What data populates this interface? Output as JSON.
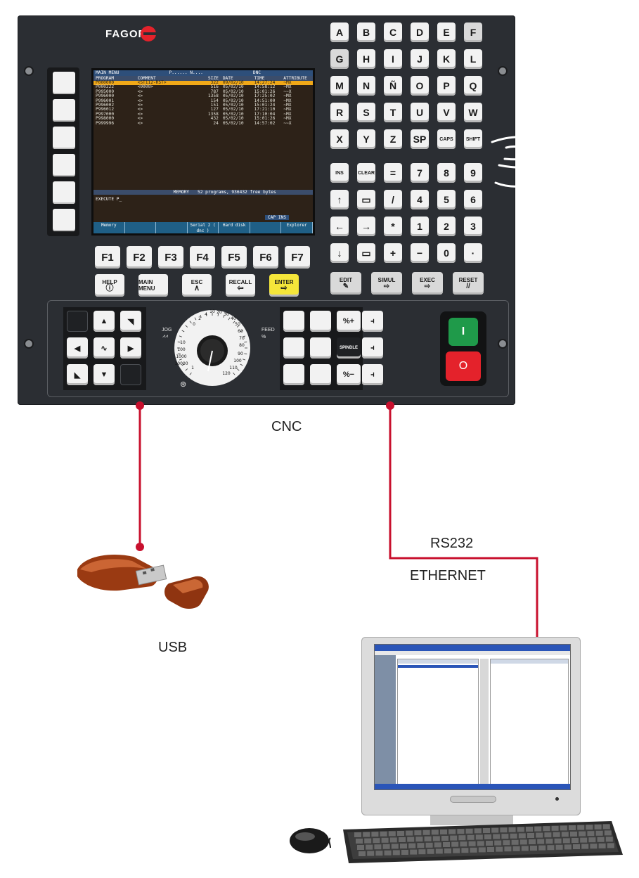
{
  "brand": {
    "name": "FAGOR"
  },
  "screen": {
    "title_left": "MAIN MENU",
    "title_mid": "P...... N....",
    "title_right": "DNC",
    "headers": [
      "PROGRAM",
      "COMMENT",
      "SIZE",
      "DATE",
      "TIME",
      "ATTRIBUTE"
    ],
    "rows": [
      [
        "P000000",
        "<ST112-RST>",
        "322",
        "09/02/10",
        "14:27:24",
        "~MX"
      ],
      [
        "P000222",
        "<0000>",
        "516",
        "05/02/10",
        "14:58:12",
        "~MX"
      ],
      [
        "P995000",
        "<>",
        "787",
        "05/02/10",
        "15:01:26",
        "~~X"
      ],
      [
        "P996000",
        "<>",
        "1358",
        "05/02/10",
        "17:25:02",
        "~MX"
      ],
      [
        "P996001",
        "<>",
        "154",
        "05/02/10",
        "14:51:00",
        "~MX"
      ],
      [
        "P996002",
        "<>",
        "151",
        "05/02/10",
        "15:01:24",
        "~MX"
      ],
      [
        "P996012",
        "<>",
        "127",
        "05/02/10",
        "17:21:10",
        "~MX"
      ],
      [
        "P997000",
        "<>",
        "1358",
        "05/02/10",
        "17:10:04",
        "~MX"
      ],
      [
        "P998000",
        "<>",
        "432",
        "05/02/10",
        "15:01:26",
        "~MX"
      ],
      [
        "P999996",
        "<>",
        "24",
        "05/02/10",
        "14:57:02",
        "~~X"
      ]
    ],
    "footer_label": "MEMORY",
    "footer_info": "52 programs, 936432 free bytes",
    "command": "EXECUTE P_",
    "status": "CAP INS",
    "softkeys": [
      "Memory",
      "",
      "",
      "Serial 2 ( dnc )",
      "Hard disk",
      "",
      "Explorer"
    ]
  },
  "fkeys": [
    "F1",
    "F2",
    "F3",
    "F4",
    "F5",
    "F6",
    "F7"
  ],
  "funckeys": [
    {
      "label": "HELP",
      "glyph": "ⓘ"
    },
    {
      "label": "MAIN MENU",
      "glyph": ""
    },
    {
      "label": "ESC",
      "glyph": "∧"
    },
    {
      "label": "RECALL",
      "glyph": "⇦"
    },
    {
      "label": "ENTER",
      "glyph": "⇨"
    }
  ],
  "opkeys": [
    {
      "label": "EDIT",
      "glyph": "✎"
    },
    {
      "label": "SIMUL",
      "glyph": "⇨"
    },
    {
      "label": "EXEC",
      "glyph": "⇨"
    },
    {
      "label": "RESET",
      "glyph": "//"
    }
  ],
  "letters": [
    [
      "A",
      "B",
      "C",
      "D",
      "E",
      "F"
    ],
    [
      "G",
      "H",
      "I",
      "J",
      "K",
      "L"
    ],
    [
      "M",
      "N",
      "Ñ",
      "O",
      "P",
      "Q"
    ],
    [
      "R",
      "S",
      "T",
      "U",
      "V",
      "W"
    ],
    [
      "X",
      "Y",
      "Z",
      "SP",
      "CAPS",
      "SHIFT"
    ]
  ],
  "numpad": [
    [
      "INS",
      "CLEAR",
      "=",
      "7",
      "8",
      "9"
    ],
    [
      "↑",
      "▭",
      "/",
      "4",
      "5",
      "6"
    ],
    [
      "←",
      "→",
      "*",
      "1",
      "2",
      "3"
    ],
    [
      "↓",
      "▭",
      "+",
      "−",
      "0",
      "·"
    ]
  ],
  "jog": {
    "jog_label": "JOG",
    "feed_label": "FEED",
    "feed_unit": "%",
    "spindle_label": "SPINDLE",
    "spindle_plus": "%+",
    "spindle_minus": "%−",
    "dial_left": [
      "10",
      "100",
      "1000",
      "10000",
      "1"
    ],
    "dial_top": [
      "0",
      "2",
      "4",
      "10",
      "20",
      "30"
    ],
    "dial_right": [
      "40",
      "50",
      "60",
      "70",
      "80",
      "90",
      "100",
      "110",
      "120"
    ]
  },
  "labels": {
    "cnc": "CNC",
    "usb": "USB",
    "rs232": "RS232",
    "ethernet": "ETHERNET"
  },
  "colors": {
    "panel": "#2b2e33",
    "cable": "#c8102e",
    "screen_bg": "#2d2218",
    "highlight": "#f0a818",
    "enter_key": "#f5e63a",
    "start_button": "#1f9a4a",
    "stop_button": "#e4222b"
  }
}
